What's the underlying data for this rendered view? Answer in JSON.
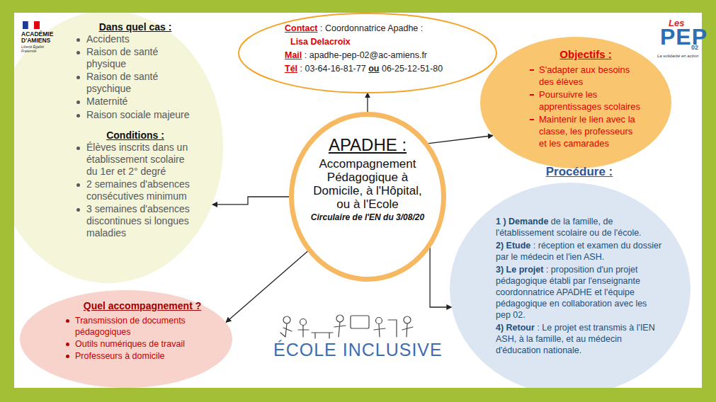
{
  "diagram": {
    "nodes": [
      {
        "text": [
          "Dans quel cas :",
          "Accidents",
          "Raison de santé physique",
          "Raison de santé psychique",
          "Maternité",
          "Raison sociale majeure",
          "Conditions :",
          "Élèves inscrits dans un établissement scolaire du 1er et 2° degré",
          "2 semaines d'absences consécutives minimum",
          "3 semaines d'absences discontinues si longues maladies"
        ]
      },
      {
        "text": [
          "Contact",
          ": Coordonnatrice Apadhe :",
          "Lisa Delacroix",
          "Mail",
          ": apadhe-pep-02@ac-amiens.fr",
          "Tél",
          ": 03-64-16-81-77",
          "ou",
          "06-25-12-51-80"
        ]
      },
      {
        "text": [
          "Objectifs :",
          "S'adapter aux besoins des élèves",
          "Poursuivre les apprentissages scolaires",
          "Maintenir le lien avec la classe, les professeurs et les camarades"
        ]
      },
      {
        "text": [
          "APADHE :",
          "Accompagnement Pédagogique à Domicile, à l'Hôpital, ou à l'Ecole",
          "Circulaire de l'EN du 3/08/20"
        ]
      },
      {
        "text": [
          "Procédure :",
          "1 ) Demande",
          "de la famille, de l'établissement scolaire ou de l'école.",
          "2) Etude",
          ": réception et examen du dossier par le médecin et l'ien ASH.",
          "3) Le projet",
          ": proposition d'un projet pédagogique établi par l'enseignante coordonnatrice APADHE et l'équipe pédagogique en collaboration avec les pep 02.",
          "4) Retour",
          ": Le projet est transmis à l'IEN ASH, à la famille, et au médecin d'éducation nationale."
        ]
      },
      {
        "text": [
          "Quel accompagnement ?",
          "Transmission de documents pédagogiques",
          "Outils numériques de travail",
          "Professeurs à domicile"
        ]
      }
    ],
    "edges": [
      {
        "from": 3,
        "to": 1,
        "arrow": "to"
      },
      {
        "from": 3,
        "to": 2,
        "arrow": "to"
      },
      {
        "from": 3,
        "to": 0,
        "arrow": "to"
      },
      {
        "from": 3,
        "to": 5,
        "arrow": "to"
      },
      {
        "from": 3,
        "to": 4,
        "arrow": "to"
      }
    ],
    "labels": [
      "ACADÉMIE D'AMIENS",
      "Liberté Égalité Fraternité",
      "Les",
      "PEP",
      "02",
      "La solidarité en action",
      "ÉCOLE INCLUSIVE"
    ]
  }
}
